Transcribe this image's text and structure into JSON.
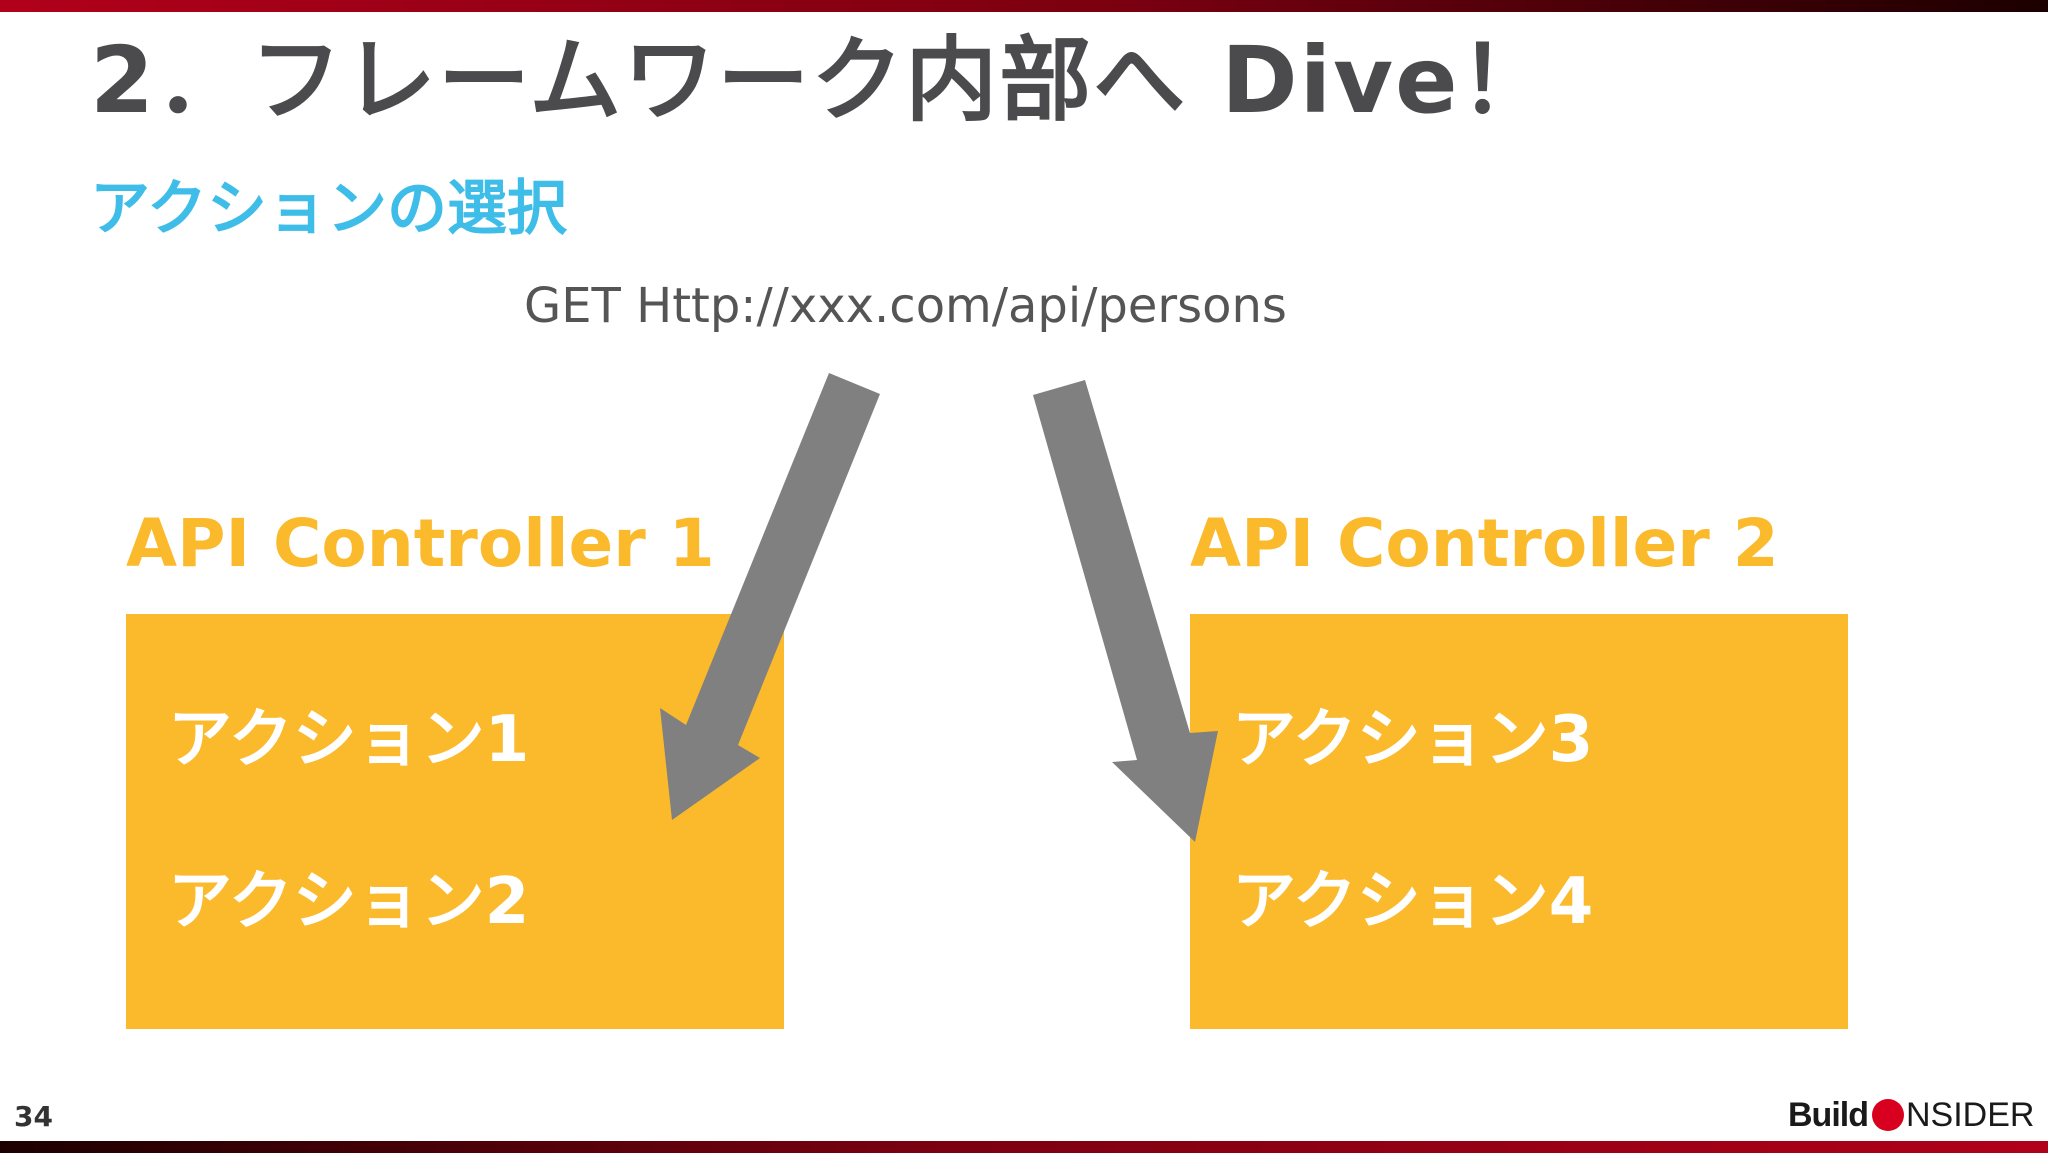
{
  "slide": {
    "title": "2．フレームワーク内部へ Dive！",
    "subtitle": "アクションの選択",
    "request": "GET Http://xxx.com/api/persons",
    "page_number": "34"
  },
  "controllers": [
    {
      "name": "API Controller 1",
      "actions": [
        "アクション1",
        "アクション2"
      ]
    },
    {
      "name": "API Controller 2",
      "actions": [
        "アクション3",
        "アクション4"
      ]
    }
  ],
  "brand": {
    "build": "Build",
    "insider": "NSIDER"
  },
  "colors": {
    "title": "#4b4b4d",
    "subtitle": "#3fbde9",
    "controller": "#fbb92c",
    "arrow": "#808080",
    "brand_red": "#d8001e"
  }
}
